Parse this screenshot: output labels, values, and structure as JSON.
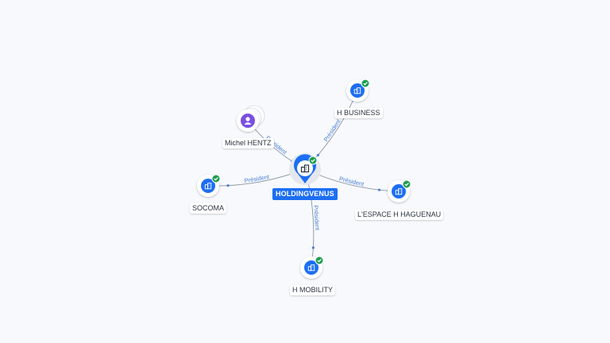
{
  "center": {
    "label": "HOLDINGVENUS",
    "icon": "building-icon",
    "verified_icon": "check-badge-icon"
  },
  "nodes": [
    {
      "key": "h-business",
      "label": "H BUSINESS",
      "kind": "company",
      "icon": "building-icon",
      "verified": true
    },
    {
      "key": "michel-hentz",
      "label": "Michel HENTZ",
      "kind": "person",
      "icon": "person-icon",
      "verified": false
    },
    {
      "key": "socoma",
      "label": "SOCOMA",
      "kind": "company",
      "icon": "building-icon",
      "verified": true
    },
    {
      "key": "lespace-h-haguenau",
      "label": "L'ESPACE H HAGUENAU",
      "kind": "company",
      "icon": "building-icon",
      "verified": true
    },
    {
      "key": "h-mobility",
      "label": "H MOBILITY",
      "kind": "company",
      "icon": "building-icon",
      "verified": true
    }
  ],
  "edges": [
    {
      "from": "h-business",
      "to": "center",
      "label": "Président"
    },
    {
      "from": "michel-hentz",
      "to": "center",
      "label": "Président"
    },
    {
      "from": "center",
      "to": "socoma",
      "label": "Président"
    },
    {
      "from": "center",
      "to": "lespace-h-haguenau",
      "label": "Président"
    },
    {
      "from": "center",
      "to": "h-mobility",
      "label": "Président"
    }
  ],
  "colors": {
    "company": "#1d6ef2",
    "person": "#7b4fe3",
    "verified": "#1e9e4f",
    "edge": "#8a94a3",
    "edge_label": "#4a7fd4",
    "background": "#f7f9fc"
  }
}
